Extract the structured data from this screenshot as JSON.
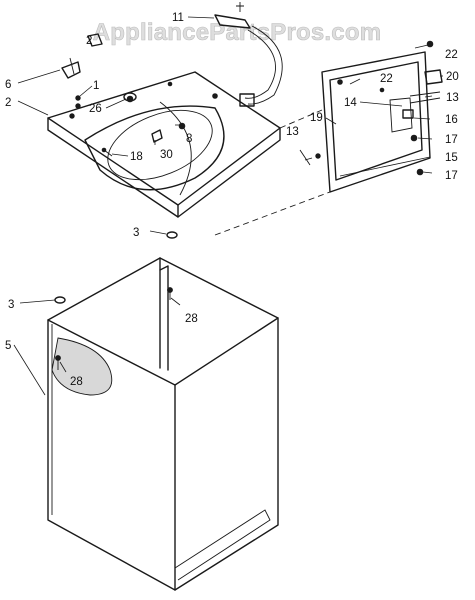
{
  "watermark": "AppliancePartsPros.com",
  "callouts": {
    "c1": "1",
    "c2_left": "2",
    "c2_top": "2",
    "c3_upper": "3",
    "c3_lower": "3",
    "c5": "5",
    "c6": "6",
    "c8": "8",
    "c11": "11",
    "c13_left": "13",
    "c13_right": "13",
    "c14": "14",
    "c15": "15",
    "c16": "16",
    "c17_upper": "17",
    "c17_lower": "17",
    "c18": "18",
    "c19": "19",
    "c20": "20",
    "c22_left": "22",
    "c22_right": "22",
    "c26": "26",
    "c28_upper": "28",
    "c28_lower": "28",
    "c30": "30"
  }
}
